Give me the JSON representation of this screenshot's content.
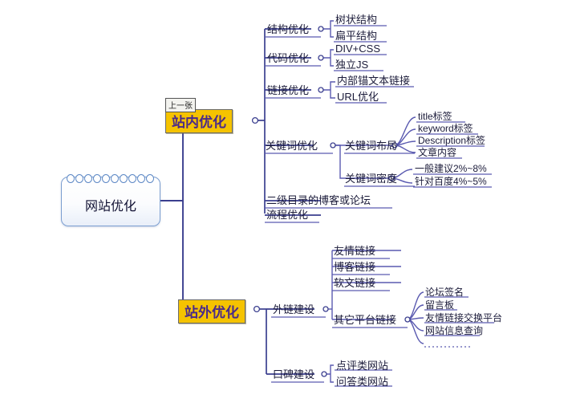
{
  "diagram": {
    "title": "网站优化",
    "type": "mindmap",
    "background": "#ffffff",
    "colors": {
      "line": "#3b3f8f",
      "underline": "#5a5ab0",
      "highlight_fill": "#f5c300",
      "highlight_text": "#4a2a8a",
      "center_border": "#7b9ed0",
      "text": "#1b1b3a"
    }
  },
  "center": {
    "label": "网站优化"
  },
  "tooltip": {
    "label": "上一张"
  },
  "branches": {
    "onsite": {
      "label": "站内优化",
      "children": [
        {
          "label": "结构优化",
          "children": [
            "树状结构",
            "扁平结构"
          ]
        },
        {
          "label": "代码优化",
          "children": [
            "DIV+CSS",
            "独立JS"
          ]
        },
        {
          "label": "链接优化",
          "children": [
            "内部锚文本链接",
            "URL优化"
          ]
        },
        {
          "label": "关键词优化",
          "children": [
            {
              "label": "关键词布局",
              "children": [
                "title标签",
                "keyword标签",
                "Description标签",
                "文章内容"
              ]
            },
            {
              "label": "关键词密度",
              "children": [
                "一般建议2%~8%",
                "针对百度4%~5%"
              ]
            }
          ]
        },
        {
          "label": "二级目录的博客或论坛",
          "children": []
        },
        {
          "label": "流程优化",
          "children": []
        }
      ]
    },
    "offsite": {
      "label": "站外优化",
      "children": [
        {
          "label": "外链建设",
          "children": [
            {
              "label": "友情链接",
              "children": []
            },
            {
              "label": "博客链接",
              "children": []
            },
            {
              "label": "软文链接",
              "children": []
            },
            {
              "label": "其它平台链接",
              "children": [
                "论坛签名",
                "留言板",
                "友情链接交换平台",
                "网站信息查询",
                ""
              ]
            }
          ]
        },
        {
          "label": "口碑建设",
          "children": [
            "点评类网站",
            "问答类网站"
          ]
        }
      ]
    }
  }
}
